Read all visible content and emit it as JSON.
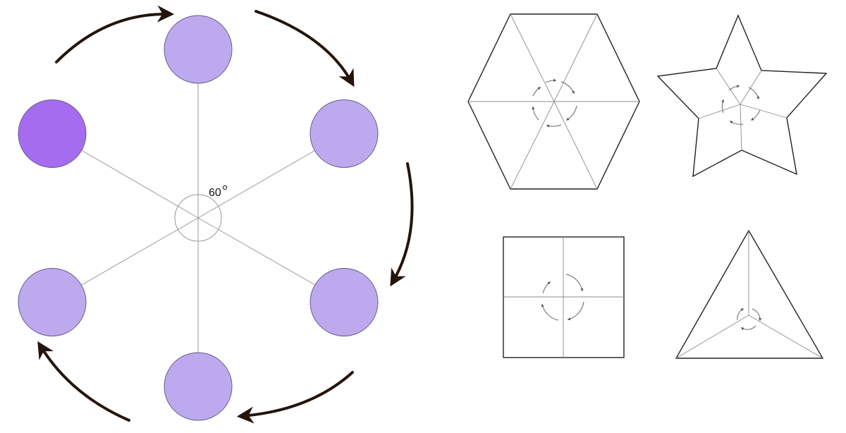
{
  "angle_label": "60",
  "colors": {
    "highlight_circle": "#a56cf0",
    "regular_circle": "#bdaaee",
    "circle_stroke": "#6a5a8a",
    "arrow": "#24140c"
  },
  "circles": [
    {
      "position": "top",
      "highlighted": false
    },
    {
      "position": "upper-right",
      "highlighted": false
    },
    {
      "position": "lower-right",
      "highlighted": false
    },
    {
      "position": "bottom",
      "highlighted": false
    },
    {
      "position": "lower-left",
      "highlighted": false
    },
    {
      "position": "upper-left",
      "highlighted": true
    }
  ],
  "shapes": [
    "hexagon",
    "star",
    "square",
    "triangle"
  ]
}
